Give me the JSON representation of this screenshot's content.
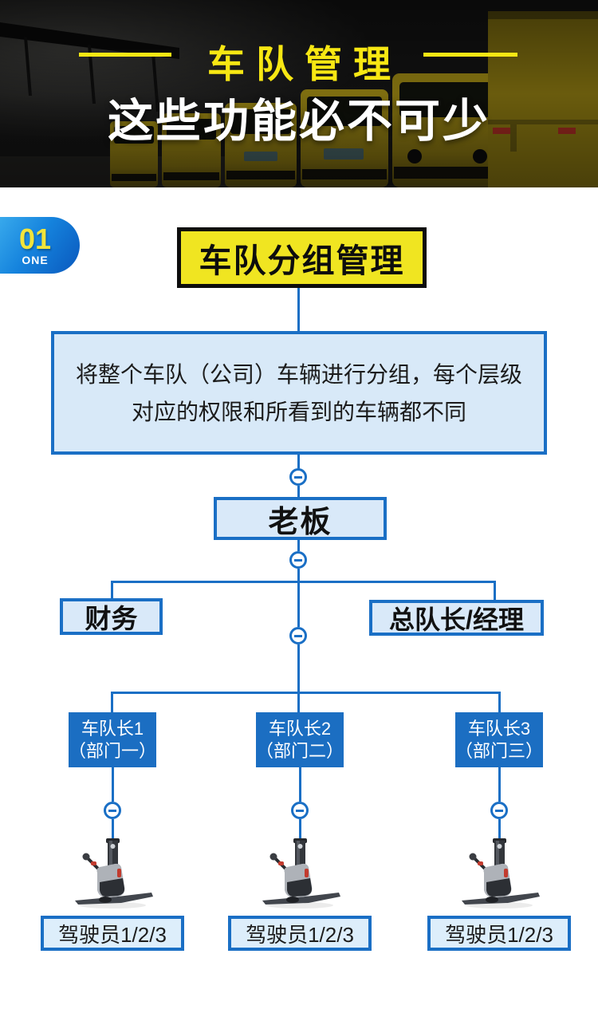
{
  "header": {
    "title": "车队管理",
    "subtitle": "这些功能必不可少"
  },
  "badge": {
    "number": "01",
    "word": "ONE"
  },
  "section": {
    "title": "车队分组管理"
  },
  "description": {
    "line1": "将整个车队（公司）车辆进行分组，每个层级",
    "line2": "对应的权限和所看到的车辆都不同"
  },
  "org": {
    "boss": "老板",
    "finance": "财务",
    "manager": "总队长/经理",
    "captains": [
      {
        "line1": "车队长1",
        "line2": "（部门一）"
      },
      {
        "line1": "车队长2",
        "line2": "（部门二）"
      },
      {
        "line1": "车队长3",
        "line2": "（部门三）"
      }
    ],
    "drivers": [
      "驾驶员1/2/3",
      "驾驶员1/2/3",
      "驾驶员1/2/3"
    ]
  },
  "icons": {
    "collapse": "minus-circle",
    "vehicle": "pallet-stacker"
  },
  "colors": {
    "accent_blue": "#1a6fc5",
    "node_fill": "#d9e9f9",
    "solid_node_blue": "#1b6ec2",
    "section_yellow": "#f0e521",
    "hero_title_yellow": "#f7e713",
    "hero_background": "#141414"
  }
}
